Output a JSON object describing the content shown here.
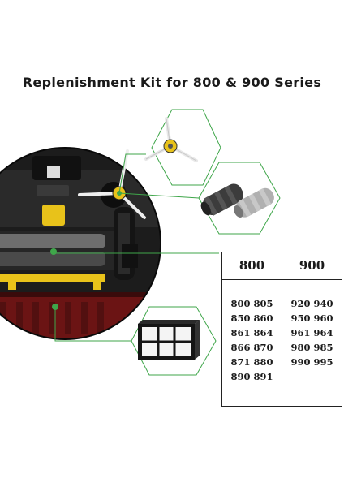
{
  "title": "Replenishment Kit for 800 & 900 Series",
  "colors": {
    "accent_green": "#3fa64a",
    "robot_body": "#1c1c1c",
    "robot_red": "#6b1414",
    "brush_yellow": "#e8c21a"
  },
  "parts": [
    {
      "name": "side-brush"
    },
    {
      "name": "roller-brushes"
    },
    {
      "name": "hepa-filter"
    }
  ],
  "compatibility": {
    "columns": [
      {
        "header": "800",
        "models": [
          "800 805",
          "850 860",
          "861 864",
          "866 870",
          "871 880",
          "890 891"
        ]
      },
      {
        "header": "900",
        "models": [
          "920 940",
          "950 960",
          "961 964",
          "980 985",
          "990 995"
        ]
      }
    ]
  }
}
